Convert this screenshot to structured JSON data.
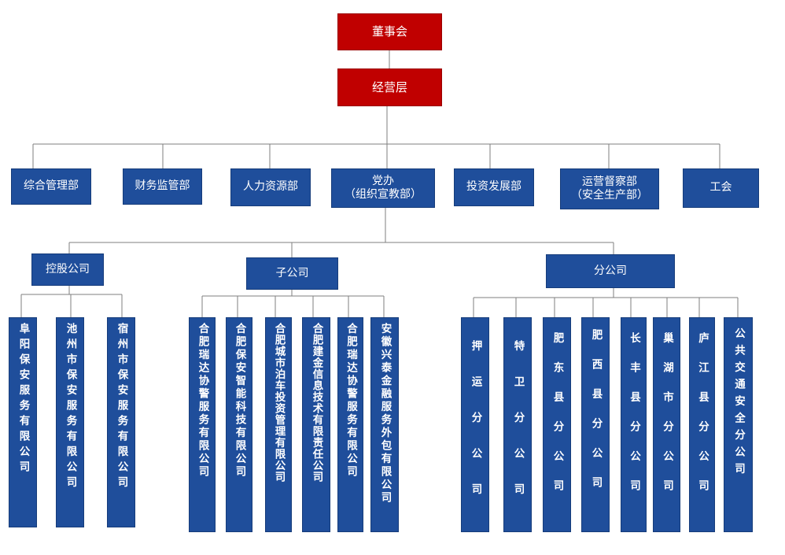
{
  "board": "董事会",
  "management": "经营层",
  "departments": [
    "综合管理部",
    "财务监管部",
    "人力资源部",
    "党办\n（组织宣教部）",
    "投资发展部",
    "运营督察部\n（安全生产部）",
    "工会"
  ],
  "groups": {
    "holding": {
      "label": "控股公司",
      "companies": [
        "阜阳保安服务有限公司",
        "池州市保安服务有限公司",
        "宿州市保安服务有限公司"
      ]
    },
    "subsidiary": {
      "label": "子公司",
      "companies": [
        "合肥瑞达协警服务有限公司",
        "合肥保安智能科技有限公司",
        "合肥城市泊车投资管理有限公司",
        "合肥建金信息技术有限责任公司",
        "合肥瑞达协警服务有限公司",
        "安徽兴泰金融服务外包有限公司"
      ]
    },
    "branch": {
      "label": "分公司",
      "companies": [
        "押运分公司",
        "特卫分公司",
        "肥东县分公司",
        "肥西县分公司",
        "长丰县分公司",
        "巢湖市分公司",
        "庐江县分公司",
        "公共交通安全分公司"
      ]
    }
  },
  "colors": {
    "red": "#c00000",
    "blue": "#1f4e9b",
    "line": "#7f7f7f"
  }
}
